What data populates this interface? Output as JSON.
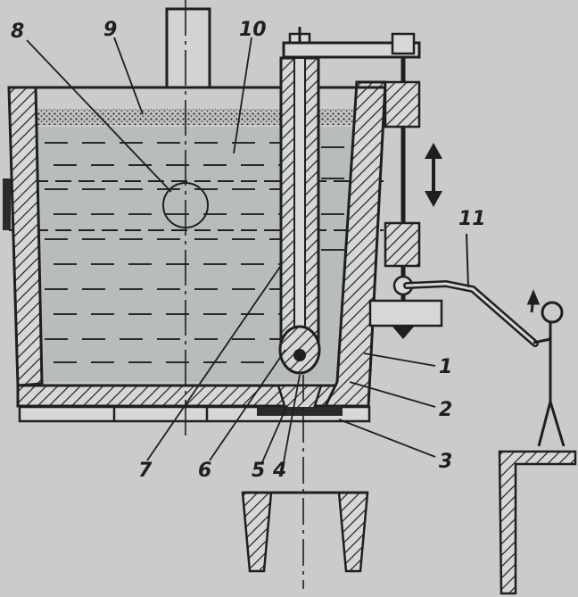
{
  "diagram": {
    "labels": [
      "1",
      "2",
      "3",
      "4",
      "5",
      "6",
      "7",
      "8",
      "9",
      "10",
      "11"
    ]
  },
  "colors": {
    "background": "#c9ccc9",
    "ink": "#1f1f1f",
    "liquid": "#b8bcbc"
  }
}
